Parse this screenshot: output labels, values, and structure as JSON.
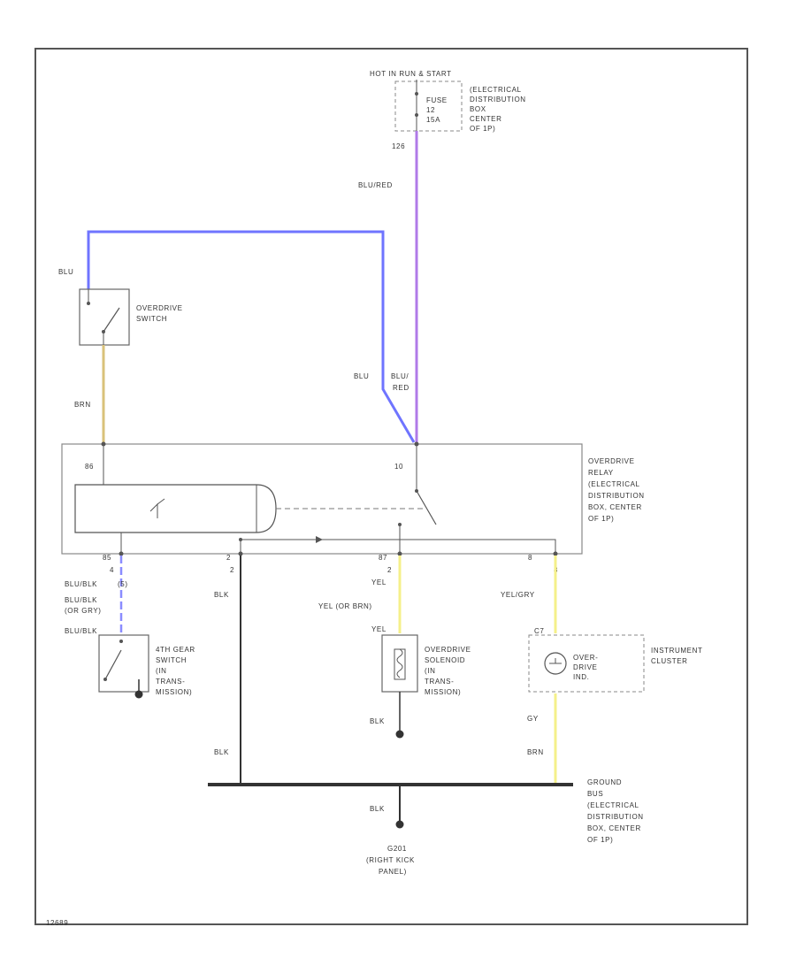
{
  "wire_colors": {
    "blu": "#6f74ff",
    "blu_red": "#b07ae8",
    "brn": "#d9c27a",
    "yel": "#f5f08a",
    "blu_blk": "#8a8cff",
    "blk": "#333333"
  },
  "power": {
    "hot_label": "HOT IN RUN & START",
    "fuse_lines": [
      "FUSE",
      "12",
      "15A"
    ],
    "source_lines": [
      "(ELECTRICAL",
      "DISTRIBUTION",
      "BOX",
      "CENTER",
      "OF 1P)"
    ],
    "circuit_top": "126"
  },
  "wires": {
    "blu_red_top": "BLU/RED",
    "blu_left": "BLU",
    "blu_mid": "BLU",
    "blu_red_mid": [
      "BLU/",
      "RED"
    ],
    "brn_left": "BRN",
    "blu_blk_1": [
      "BLU/BLK",
      "(5)"
    ],
    "blu_blk_2": [
      "BLU/BLK",
      "(OR GRY)"
    ],
    "blu_blk_3": "BLU/BLK",
    "blk_left": "BLK",
    "yel_1": "YEL",
    "yel_2": "YEL (OR BRN)",
    "yel_3": "YEL",
    "yel_gry": "YEL/GRY",
    "blk_sol": "BLK",
    "blk_lower": "BLK",
    "gry_lower": "GY",
    "brn_lower": "BRN",
    "blk_ground": "BLK"
  },
  "od_switch": {
    "lines": [
      "OVERDRIVE",
      "SWITCH"
    ]
  },
  "relay": {
    "lines": [
      "OVERDRIVE",
      "RELAY",
      "(ELECTRICAL",
      "DISTRIBUTION",
      "BOX, CENTER",
      "OF 1P)"
    ],
    "pin_86": "86",
    "pin_30": "10",
    "pin_bottom": [
      "85",
      "2",
      "87",
      "8"
    ],
    "pin_bottom_sub": [
      "4",
      "2",
      "2",
      "8"
    ]
  },
  "gear_switch": {
    "lines": [
      "4TH GEAR",
      "SWITCH",
      "(IN",
      "TRANS-",
      "MISSION)"
    ]
  },
  "solenoid": {
    "lines": [
      "OVERDRIVE",
      "SOLENOID",
      "(IN",
      "TRANS-",
      "MISSION)"
    ]
  },
  "indicator": {
    "lamp_lines": [
      "OVER-",
      "DRIVE",
      "IND."
    ],
    "cluster_lines": [
      "INSTRUMENT",
      "CLUSTER"
    ],
    "pin_top": "C7"
  },
  "ground_bus": {
    "lines": [
      "GROUND",
      "BUS",
      "(ELECTRICAL",
      "DISTRIBUTION",
      "BOX, CENTER",
      "OF 1P)"
    ]
  },
  "ground_point": {
    "lines": [
      "G201",
      "(RIGHT KICK",
      "PANEL)"
    ]
  },
  "diagram_code": "12689"
}
